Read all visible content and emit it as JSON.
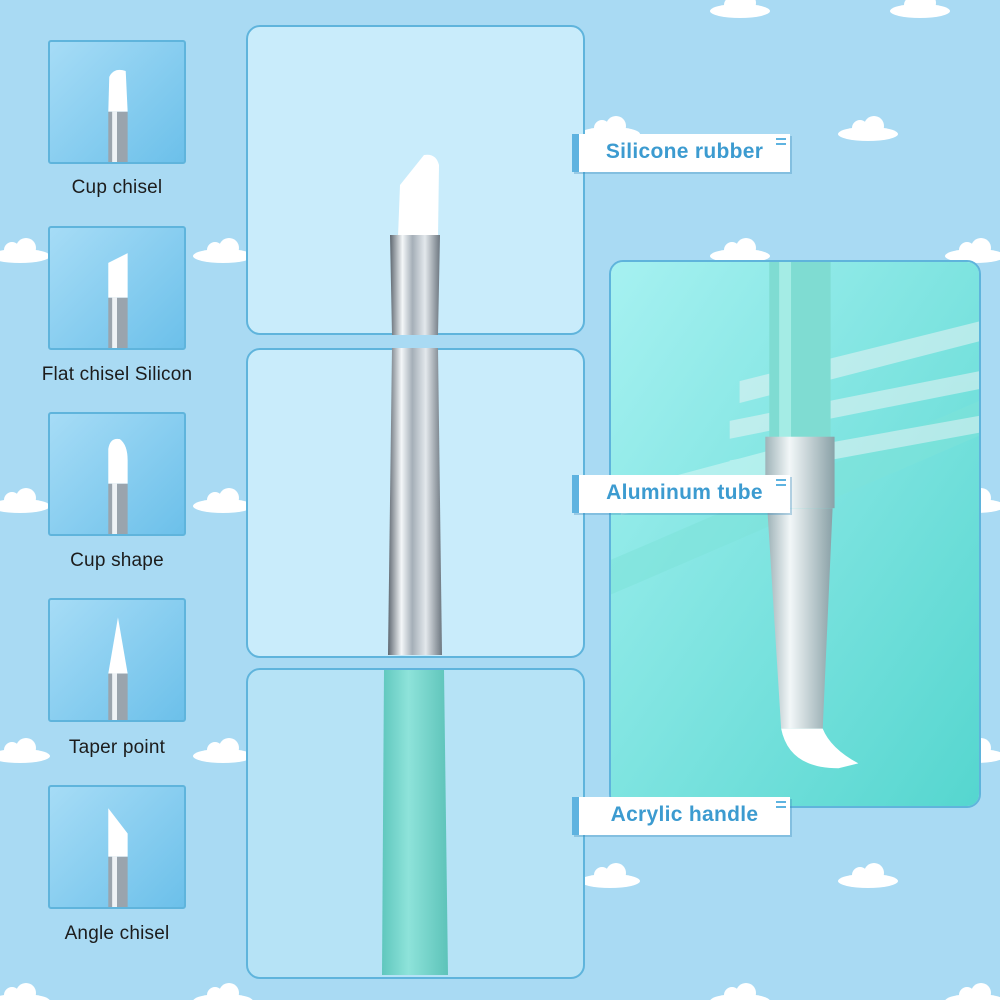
{
  "tips": [
    {
      "label": "Cup chisel",
      "icon": "cup-chisel-tip-icon"
    },
    {
      "label": "Flat chisel Silicon",
      "icon": "flat-chisel-tip-icon"
    },
    {
      "label": "Cup shape",
      "icon": "cup-shape-tip-icon"
    },
    {
      "label": "Taper point",
      "icon": "taper-point-tip-icon"
    },
    {
      "label": "Angle chisel",
      "icon": "angle-chisel-tip-icon"
    }
  ],
  "parts": {
    "silicone": "Silicone rubber",
    "aluminum": "Aluminum tube",
    "acrylic": "Acrylic handle"
  },
  "colors": {
    "background": "#a9daf3",
    "border": "#5fb4dc",
    "accent_text": "#3c9bd0",
    "handle": "#7ed8cf",
    "photo_bg": "#8fe6e8"
  }
}
